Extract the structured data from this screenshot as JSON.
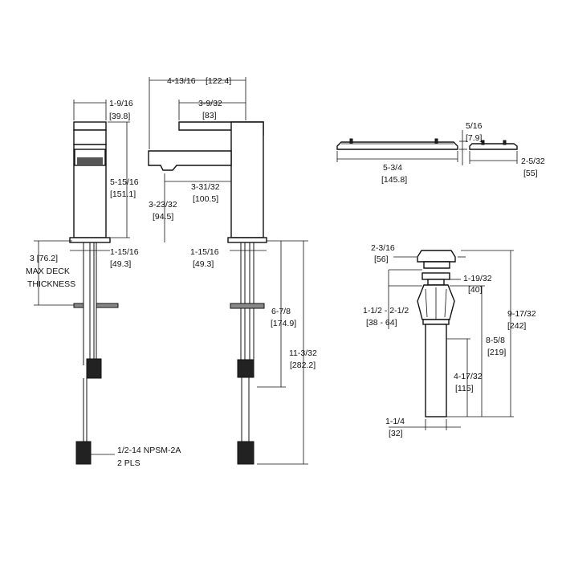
{
  "dimensions": {
    "front_width": "1-9/16",
    "front_width_mm": "[39.8]",
    "front_height": "5-15/16",
    "front_height_mm": "[151.1]",
    "front_base": "1-15/16",
    "front_base_mm": "[49.3]",
    "deck_thickness_line1": "3 [76.2]",
    "deck_thickness_line2": "MAX DECK",
    "deck_thickness_line3": "THICKNESS",
    "thread_line1": "1/2-14 NPSM-2A",
    "thread_line2": "2 PLS",
    "side_reach": "4-13/16",
    "side_reach_mm": "[122.4]",
    "handle_len": "3-9/32",
    "handle_len_mm": "[83]",
    "spout_reach": "3-31/32",
    "spout_reach_mm": "[100.5]",
    "spout_height": "3-23/32",
    "spout_height_mm": "[94.5]",
    "side_base": "1-15/16",
    "side_base_mm": "[49.3]",
    "shank_len": "6-7/8",
    "shank_len_mm": "[174.9]",
    "total_len": "11-3/32",
    "total_len_mm": "[282.2]",
    "plate_width": "5-3/4",
    "plate_width_mm": "[145.8]",
    "plate_height": "5/16",
    "plate_height_mm": "[7.9]",
    "plate_depth": "2-5/32",
    "plate_depth_mm": "[55]",
    "drain_cap": "2-3/16",
    "drain_cap_mm": "[56]",
    "drain_flange": "1-19/32",
    "drain_flange_mm": "[40]",
    "drain_range": "1-1/2  -  2-1/2",
    "drain_range_mm": "[38  -  64]",
    "drain_total": "9-17/32",
    "drain_total_mm": "[242]",
    "drain_body": "8-5/8",
    "drain_body_mm": "[219]",
    "drain_tail": "4-17/32",
    "drain_tail_mm": "[115]",
    "drain_pipe": "1-1/4",
    "drain_pipe_mm": "[32]"
  }
}
